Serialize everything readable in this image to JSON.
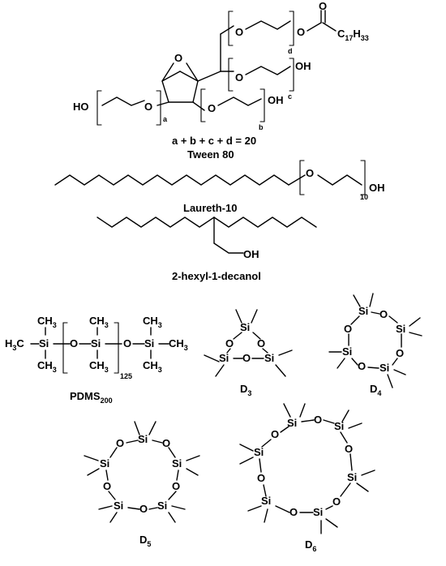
{
  "tween80": {
    "equation": "a + b + c + d = 20",
    "name": "Tween 80",
    "idx_a": "a",
    "idx_b": "b",
    "idx_c": "c",
    "idx_d": "d",
    "tail_c": "C",
    "tail_c_n": "17",
    "tail_h": "H",
    "tail_h_n": "33"
  },
  "laureth": {
    "name": "Laureth-10",
    "n": "10"
  },
  "hexyldecanol": {
    "name": "2-hexyl-1-decanol"
  },
  "pdms": {
    "name": "PDMS",
    "name_sub": "200",
    "n": "125"
  },
  "cyclics": {
    "d3": {
      "letter": "D",
      "sub": "3"
    },
    "d4": {
      "letter": "D",
      "sub": "4"
    },
    "d5": {
      "letter": "D",
      "sub": "5"
    },
    "d6": {
      "letter": "D",
      "sub": "6"
    }
  },
  "atoms": {
    "O": "O",
    "OH": "OH",
    "HO": "HO",
    "Si": "Si",
    "CH": "CH",
    "CH_n": "3",
    "H3C": "H",
    "H3C_n": "3",
    "H3C_c": "C"
  }
}
